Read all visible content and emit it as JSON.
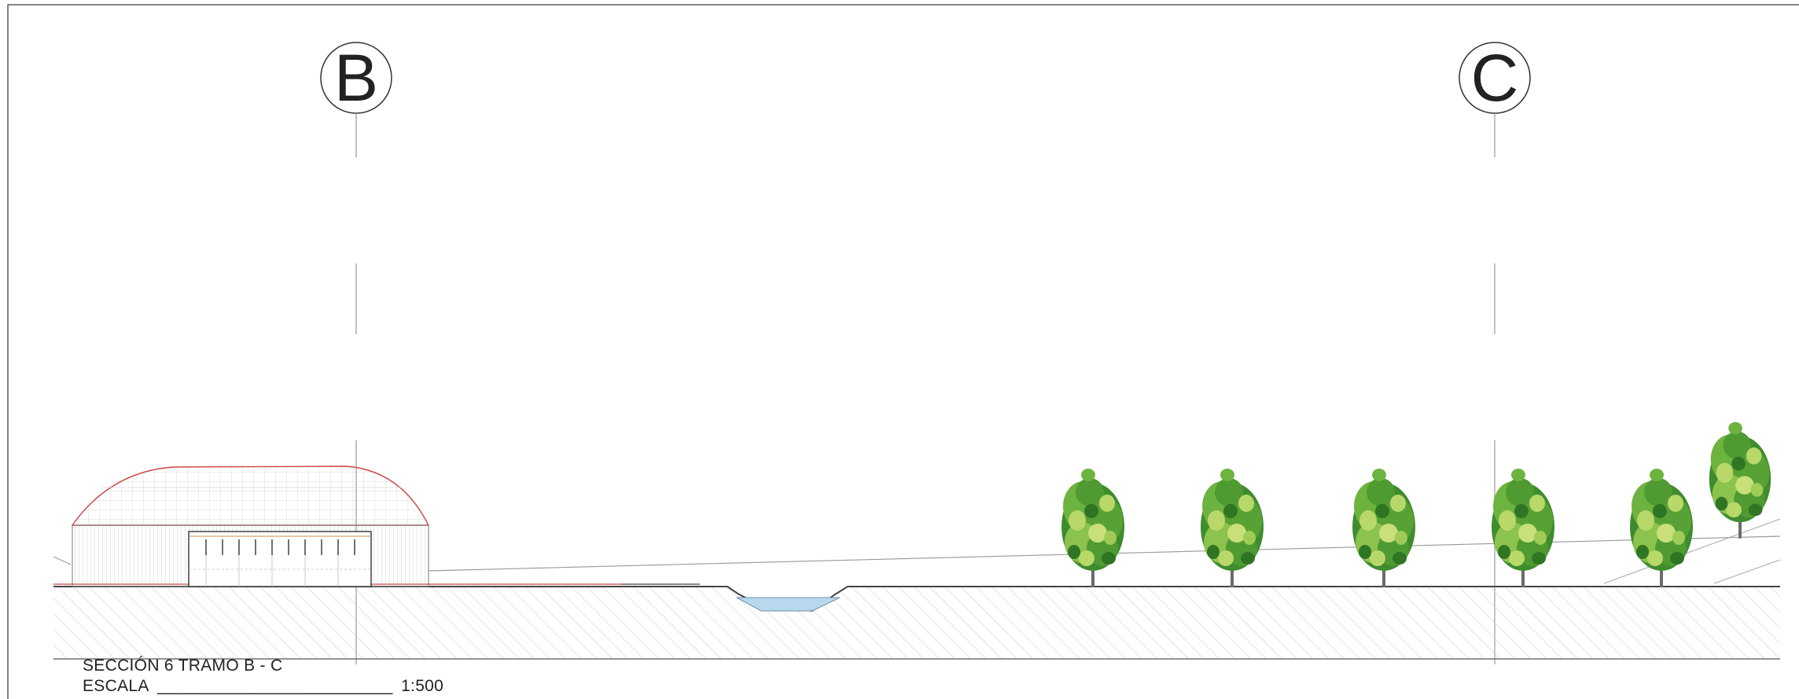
{
  "axes": [
    {
      "label": "B"
    },
    {
      "label": "C"
    }
  ],
  "caption": {
    "title": "SECCIÓN 6 TRAMO B - C",
    "scale_label": "ESCALA",
    "scale_line": "_________________________",
    "scale_value": "1:500"
  },
  "colors": {
    "line": "#555555",
    "roof_outline": "#cc4444",
    "water": "#b8d8ee",
    "hatch": "#c8c8c8",
    "tree_dark": "#3e8c2e",
    "tree_mid": "#6db33f",
    "tree_light": "#b9d86a"
  },
  "icons": {
    "tree": "tree-icon",
    "building": "pavilion-building"
  }
}
